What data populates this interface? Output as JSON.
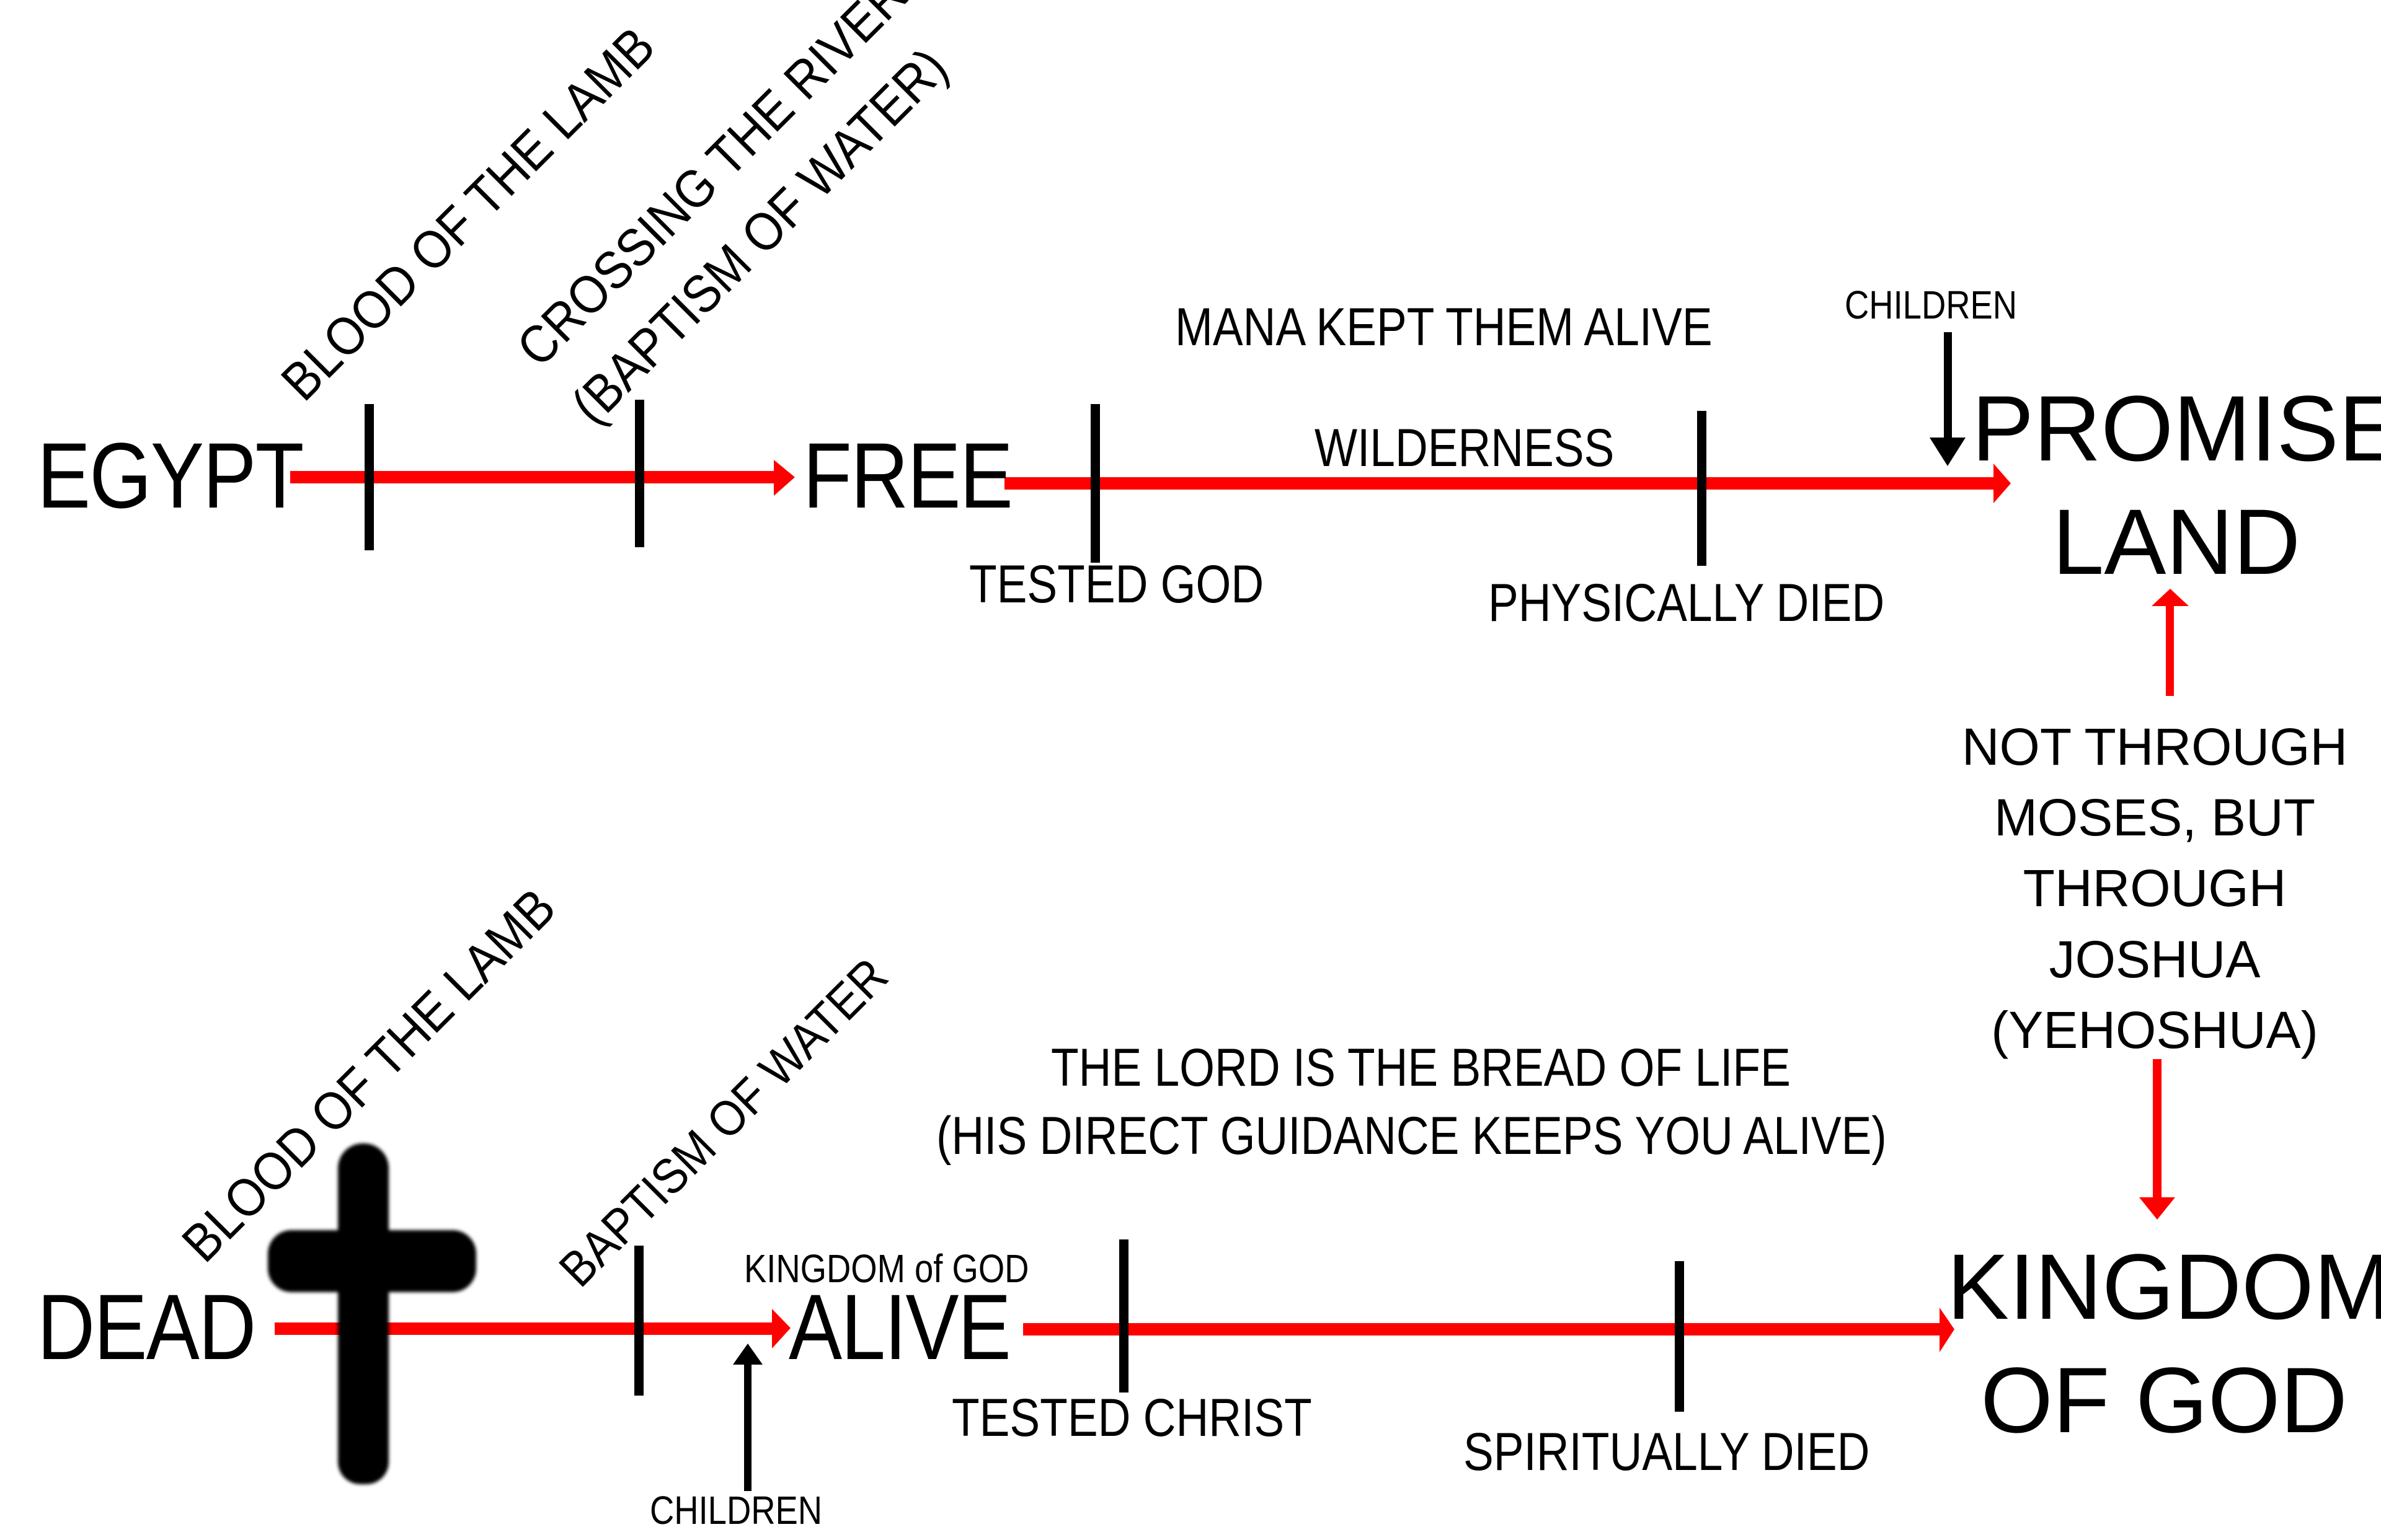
{
  "colors": {
    "path": "#ff0000",
    "marker": "#000000",
    "background": "#ffffff"
  },
  "top_row": {
    "start": "EGYPT",
    "mid": "FREE",
    "tick_labels": {
      "blood": "BLOOD OF THE LAMB",
      "crossing_line1": "CROSSING THE RIVER",
      "crossing_line2": "(BAPTISM OF WATER)",
      "tested": "TESTED GOD",
      "died": "PHYSICALLY DIED"
    },
    "wilderness": "WILDERNESS",
    "sustenance": "MANA KEPT THEM ALIVE",
    "children": "CHILDREN",
    "destination_line1": "PROMISE",
    "destination_line2": "LAND"
  },
  "bridge": {
    "lines": [
      "NOT THROUGH",
      "MOSES, BUT",
      "THROUGH",
      "JOSHUA",
      "(YEHOSHUA)"
    ]
  },
  "bottom_row": {
    "start": "DEAD",
    "mid": "ALIVE",
    "mid_caption": "KINGDOM of GOD",
    "tick_labels": {
      "blood": "BLOOD OF THE LAMB",
      "baptism": "BAPTISM OF WATER",
      "tested": "TESTED CHRIST",
      "died": "SPIRITUALLY DIED"
    },
    "sustenance_line1": "THE LORD IS THE BREAD OF LIFE",
    "sustenance_line2": "(HIS DIRECT GUIDANCE KEEPS YOU ALIVE)",
    "children": "CHILDREN",
    "destination_line1": "KINGDOM",
    "destination_line2": "OF GOD",
    "cross_icon": "cross-icon"
  }
}
